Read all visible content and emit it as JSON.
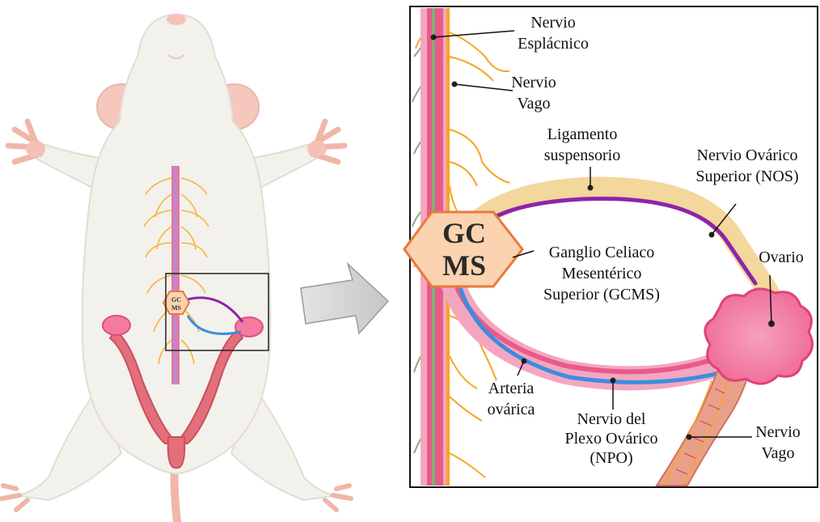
{
  "ganglion_abbrev": {
    "line1": "GC",
    "line2": "MS"
  },
  "labels": {
    "splanchnic_nerve": [
      "Nervio",
      "Esplácnico"
    ],
    "vagus_nerve_upper": [
      "Nervio",
      "Vago"
    ],
    "suspensory_ligament": [
      "Ligamento",
      "suspensorio"
    ],
    "superior_ovarian_nerve": [
      "Nervio Ovárico",
      "Superior (NOS)"
    ],
    "ganglion": [
      "Ganglio Celiaco",
      "Mesentérico",
      "Superior (GCMS)"
    ],
    "ovary": [
      "Ovario"
    ],
    "ovarian_artery": [
      "Arteria",
      "ovárica"
    ],
    "ovarian_plexus_nerve": [
      "Nervio del",
      "Plexo Ovárico",
      "(NPO)"
    ],
    "vagus_nerve_lower": [
      "Nervio",
      "Vago"
    ]
  },
  "colors": {
    "nerve_orange": "#f5a623",
    "nerve_green": "#7fb07a",
    "artery_pink": "#e8638a",
    "ligament": "#f3d79c",
    "nos_purple": "#8e24aa",
    "npo_blue": "#3a8de0",
    "ganglion_fill": "#fcd3b0",
    "ganglion_stroke": "#e87a3c",
    "ovary_fill": "#f47aa0",
    "rat_body": "#f3f1ec",
    "rat_pink": "#f5c1b6",
    "arrow_gray": "#cfcfcf"
  }
}
